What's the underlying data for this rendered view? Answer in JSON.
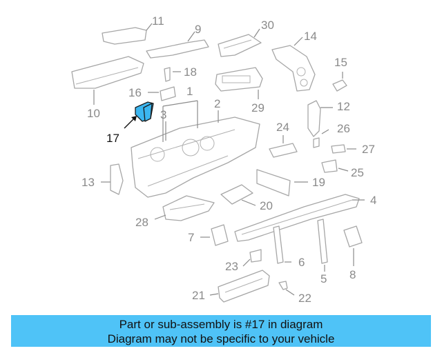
{
  "diagram": {
    "highlight_color": "#3bb6f0",
    "highlighted_callout": "17",
    "callouts": [
      {
        "id": "1",
        "label": "1"
      },
      {
        "id": "2",
        "label": "2"
      },
      {
        "id": "3",
        "label": "3"
      },
      {
        "id": "4",
        "label": "4"
      },
      {
        "id": "5",
        "label": "5"
      },
      {
        "id": "6",
        "label": "6"
      },
      {
        "id": "7",
        "label": "7"
      },
      {
        "id": "8",
        "label": "8"
      },
      {
        "id": "9",
        "label": "9"
      },
      {
        "id": "10",
        "label": "10"
      },
      {
        "id": "11",
        "label": "11"
      },
      {
        "id": "12",
        "label": "12"
      },
      {
        "id": "13",
        "label": "13"
      },
      {
        "id": "14",
        "label": "14"
      },
      {
        "id": "15",
        "label": "15"
      },
      {
        "id": "16",
        "label": "16"
      },
      {
        "id": "17",
        "label": "17"
      },
      {
        "id": "18",
        "label": "18"
      },
      {
        "id": "19",
        "label": "19"
      },
      {
        "id": "20",
        "label": "20"
      },
      {
        "id": "21",
        "label": "21"
      },
      {
        "id": "22",
        "label": "22"
      },
      {
        "id": "23",
        "label": "23"
      },
      {
        "id": "24",
        "label": "24"
      },
      {
        "id": "25",
        "label": "25"
      },
      {
        "id": "26",
        "label": "26"
      },
      {
        "id": "27",
        "label": "27"
      },
      {
        "id": "28",
        "label": "28"
      },
      {
        "id": "29",
        "label": "29"
      },
      {
        "id": "30",
        "label": "30"
      }
    ]
  },
  "banner": {
    "color": "#4fc3f7",
    "line1": "Part or sub-assembly is #17 in diagram",
    "line2": "Diagram may not be specific to your vehicle"
  }
}
